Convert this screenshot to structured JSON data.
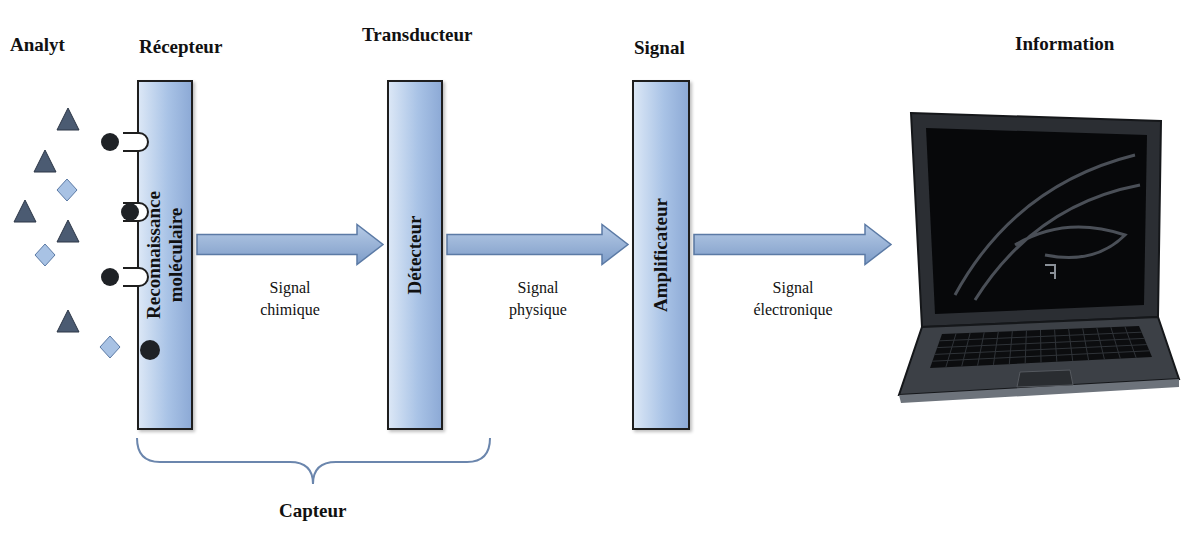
{
  "diagram": {
    "nodes": [
      {
        "text": [
          "Récepteur",
          "Reconnaissance moléculaire"
        ]
      },
      {
        "text": [
          "Transducteur",
          "Détecteur"
        ]
      },
      {
        "text": [
          "Signal",
          "Amplificateur"
        ]
      },
      {
        "text": [
          "Information"
        ]
      }
    ],
    "edges": [
      {
        "from": 0,
        "to": 1,
        "arrow": "to",
        "label": "Signal chimique"
      },
      {
        "from": 1,
        "to": 2,
        "arrow": "to",
        "label": "Signal physique"
      },
      {
        "from": 2,
        "to": 3,
        "arrow": "to",
        "label": "Signal électronique"
      }
    ],
    "labels": [
      "Analyt",
      "Capteur"
    ]
  }
}
